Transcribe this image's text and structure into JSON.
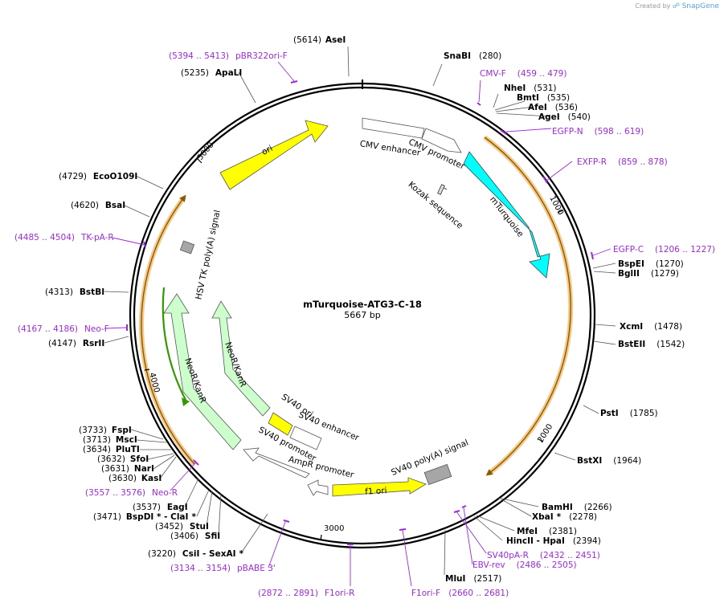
{
  "credit": {
    "prefix": "Created by",
    "brand": "SnapGene"
  },
  "plasmid": {
    "name": "mTurquoise-ATG3-C-18",
    "size_label": "5667 bp",
    "length": 5667
  },
  "ticks": [
    {
      "pos": 1000,
      "label": "1000"
    },
    {
      "pos": 2000,
      "label": "2000"
    },
    {
      "pos": 3000,
      "label": "3000"
    },
    {
      "pos": 4000,
      "label": "4000"
    },
    {
      "pos": 5000,
      "label": "5000"
    }
  ],
  "enzymes": [
    {
      "name": "AseI",
      "pos": "(5614)",
      "star": ""
    },
    {
      "name": "SnaBI",
      "pos": "(280)",
      "star": ""
    },
    {
      "name": "NheI",
      "pos": "(531)",
      "star": ""
    },
    {
      "name": "BmtI",
      "pos": "(535)",
      "star": ""
    },
    {
      "name": "AfeI",
      "pos": "(536)",
      "star": ""
    },
    {
      "name": "AgeI",
      "pos": "(540)",
      "star": ""
    },
    {
      "name": "BspEI",
      "pos": "(1270)",
      "star": ""
    },
    {
      "name": "BglII",
      "pos": "(1279)",
      "star": ""
    },
    {
      "name": "XcmI",
      "pos": "(1478)",
      "star": ""
    },
    {
      "name": "BstEII",
      "pos": "(1542)",
      "star": ""
    },
    {
      "name": "PstI",
      "pos": "(1785)",
      "star": ""
    },
    {
      "name": "BstXI",
      "pos": "(1964)",
      "star": ""
    },
    {
      "name": "BamHI",
      "pos": "(2266)",
      "star": ""
    },
    {
      "name": "XbaI",
      "pos": "(2278)",
      "star": "*"
    },
    {
      "name": "MfeI",
      "pos": "(2381)",
      "star": ""
    },
    {
      "name": "HincII - HpaI",
      "pos": "(2394)",
      "star": ""
    },
    {
      "name": "MluI",
      "pos": "(2517)",
      "star": ""
    },
    {
      "name": "ApaLI",
      "pos": "(5235)",
      "star": ""
    },
    {
      "name": "EcoO109I",
      "pos": "(4729)",
      "star": ""
    },
    {
      "name": "BsaI",
      "pos": "(4620)",
      "star": ""
    },
    {
      "name": "BstBI",
      "pos": "(4313)",
      "star": ""
    },
    {
      "name": "RsrII",
      "pos": "(4147)",
      "star": ""
    },
    {
      "name": "FspI",
      "pos": "(3733)",
      "star": ""
    },
    {
      "name": "MscI",
      "pos": "(3713)",
      "star": ""
    },
    {
      "name": "PluTI",
      "pos": "(3634)",
      "star": ""
    },
    {
      "name": "SfoI",
      "pos": "(3632)",
      "star": ""
    },
    {
      "name": "NarI",
      "pos": "(3631)",
      "star": ""
    },
    {
      "name": "KasI",
      "pos": "(3630)",
      "star": ""
    },
    {
      "name": "EagI",
      "pos": "(3537)",
      "star": ""
    },
    {
      "name": "BspDI * - ClaI",
      "pos": "(3471)",
      "star": "*"
    },
    {
      "name": "StuI",
      "pos": "(3452)",
      "star": ""
    },
    {
      "name": "SfiI",
      "pos": "(3406)",
      "star": ""
    },
    {
      "name": "CsiI - SexAI",
      "pos": "(3220)",
      "star": "*"
    }
  ],
  "primers": [
    {
      "name": "pBR322ori-F",
      "range": "(5394 .. 5413)"
    },
    {
      "name": "CMV-F",
      "range": "(459 .. 479)"
    },
    {
      "name": "EGFP-N",
      "range": "(598 .. 619)"
    },
    {
      "name": "EXFP-R",
      "range": "(859 .. 878)"
    },
    {
      "name": "EGFP-C",
      "range": "(1206 .. 1227)"
    },
    {
      "name": "TK-pA-R",
      "range": "(4485 .. 4504)"
    },
    {
      "name": "Neo-F",
      "range": "(4167 .. 4186)"
    },
    {
      "name": "Neo-R",
      "range": "(3557 .. 3576)"
    },
    {
      "name": "SV40pA-R",
      "range": "(2432 .. 2451)"
    },
    {
      "name": "EBV-rev",
      "range": "(2486 .. 2505)"
    },
    {
      "name": "pBABE 3'",
      "range": "(3134 .. 3154)"
    },
    {
      "name": "F1ori-R",
      "range": "(2872 .. 2891)"
    },
    {
      "name": "F1ori-F",
      "range": "(2660 .. 2681)"
    }
  ],
  "features": [
    {
      "name": "ori",
      "color": "#ffff00"
    },
    {
      "name": "CMV enhancer",
      "color": "#ffffff"
    },
    {
      "name": "CMV promoter",
      "color": "#ffffff"
    },
    {
      "name": "Kozak sequence",
      "color": "#ffffff"
    },
    {
      "name": "mTurquoise",
      "color": "#00ffff"
    },
    {
      "name": "HSV TK poly(A) signal",
      "color": "#a6a6a6"
    },
    {
      "name": "NeoR/KanR",
      "color": "#ccffcc"
    },
    {
      "name": "NeoR/KanR",
      "color": "#ccffcc"
    },
    {
      "name": "SV40 ori",
      "color": "#ffff00"
    },
    {
      "name": "SV40 enhancer",
      "color": "#ffffff"
    },
    {
      "name": "SV40 promoter",
      "color": "#ffffff"
    },
    {
      "name": "AmpR promoter",
      "color": "#ffffff"
    },
    {
      "name": "f1 ori",
      "color": "#ffff00"
    },
    {
      "name": "SV40 poly(A) signal",
      "color": "#a6a6a6"
    }
  ],
  "colors": {
    "primer": "#9b2bd6",
    "orf": "#f6a623",
    "orf_dark": "#8a5a00",
    "orf_green": "#339900"
  }
}
